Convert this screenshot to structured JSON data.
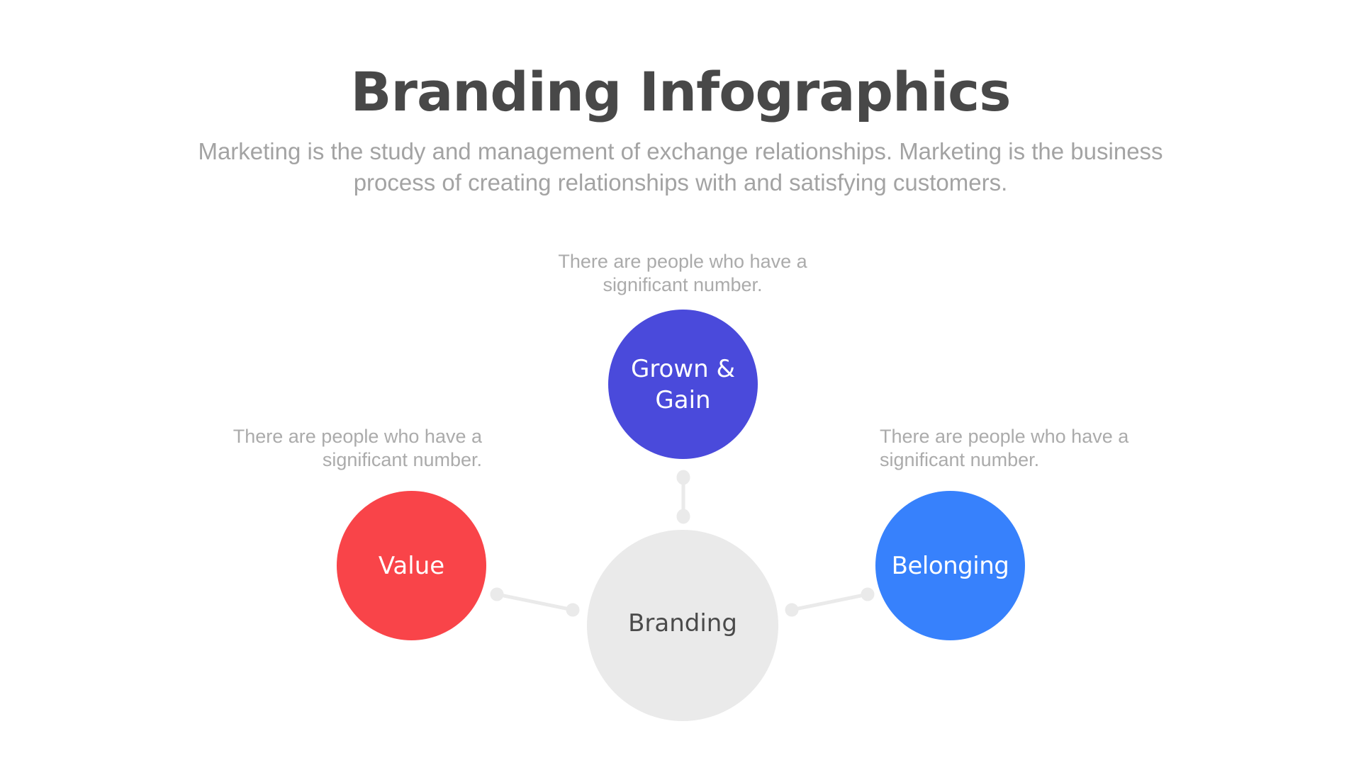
{
  "slide": {
    "title": "Branding Infographics",
    "subtitle": "Marketing is the study and management of exchange relationships. Marketing is the business process of creating relationships with and satisfying customers."
  },
  "diagram": {
    "center": {
      "label": "Branding",
      "color": "#EAEAEA",
      "text_color": "#4A4A4A"
    },
    "nodes": [
      {
        "id": "top",
        "label": "Grown &\nGain",
        "color": "#4A4ADB",
        "caption": "There are people who have a significant number."
      },
      {
        "id": "left",
        "label": "Value",
        "color": "#F94449",
        "caption": "There are people who have a significant number."
      },
      {
        "id": "right",
        "label": "Belonging",
        "color": "#3781FC",
        "caption": "There are people who have a significant number."
      }
    ],
    "connector_color": "#EAEAEA"
  },
  "colors": {
    "title": "#484848",
    "subtitle": "#A3A3A3",
    "caption": "#ABABAB",
    "background": "#FFFFFF"
  }
}
